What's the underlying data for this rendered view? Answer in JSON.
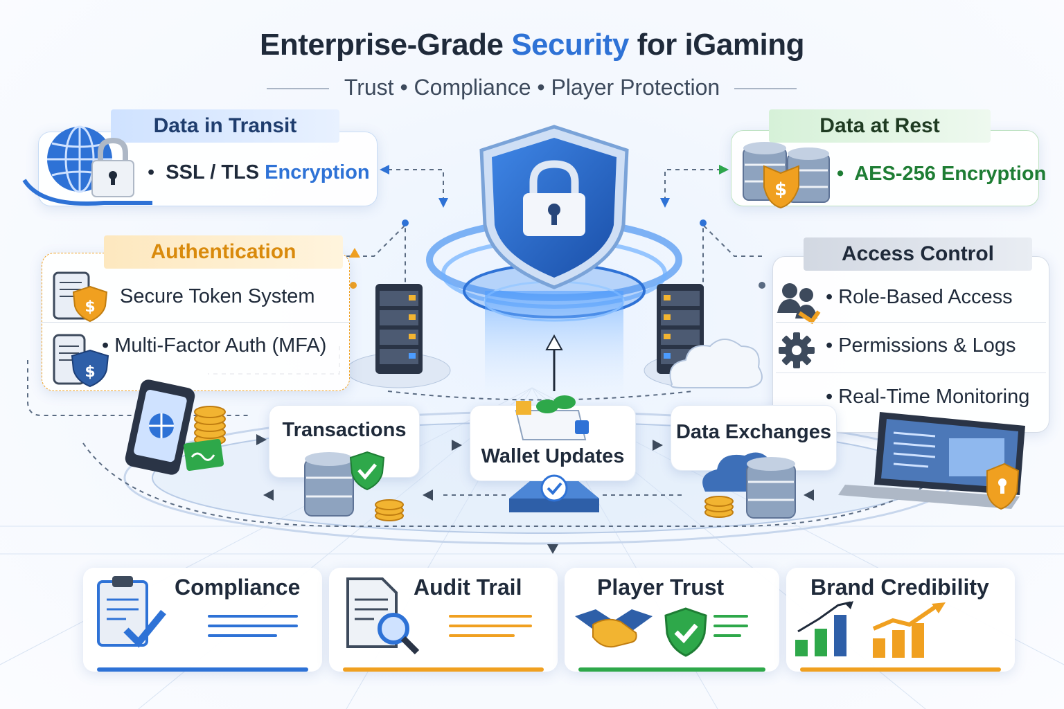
{
  "header": {
    "title_part1": "Enterprise-Grade ",
    "title_accent": "Security",
    "title_part2": " for iGaming",
    "subtitle": "Trust  •  Compliance  •  Player Protection"
  },
  "transit": {
    "tag": "Data in Transit",
    "bullet": "•",
    "text_main": "SSL / TLS ",
    "text_accent": "Encryption"
  },
  "rest": {
    "tag": "Data at Rest",
    "bullet": "•",
    "text": "AES-256 Encryption"
  },
  "authentication": {
    "tag": "Authentication",
    "items": [
      {
        "label": "Secure Token System"
      },
      {
        "label": "• Multi-Factor Auth (MFA)"
      }
    ]
  },
  "access_control": {
    "tag": "Access Control",
    "items": [
      {
        "label": "• Role-Based Access"
      },
      {
        "label": "• Permissions & Logs"
      },
      {
        "label": "• Real-Time Monitoring"
      }
    ]
  },
  "flow": {
    "transactions": "Transactions",
    "wallet_updates": "Wallet Updates",
    "data_exchanges": "Data Exchanges"
  },
  "outcomes": [
    {
      "label": "Compliance",
      "icon": "clipboard-check-icon",
      "color": "#2e72d6"
    },
    {
      "label": "Audit Trail",
      "icon": "document-search-icon",
      "color": "#f0a020"
    },
    {
      "label": "Player Trust",
      "icon": "handshake-icon",
      "color": "#2ea84a"
    },
    {
      "label": "Brand Credibility",
      "icon": "growth-chart-icon",
      "color": "#f0a020"
    }
  ],
  "colors": {
    "blue": "#2e72d6",
    "green": "#2ea84a",
    "orange": "#f0a020",
    "dark": "#1f2a3a"
  }
}
